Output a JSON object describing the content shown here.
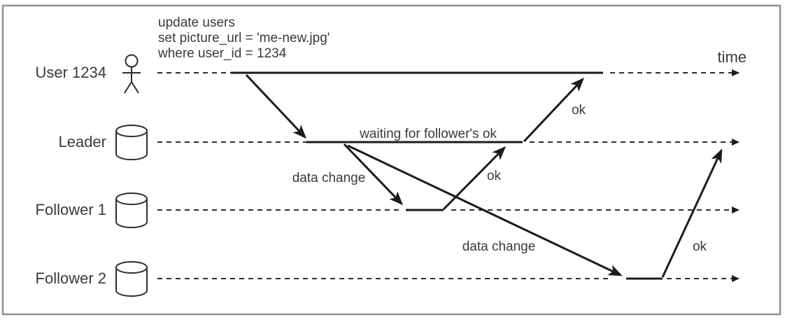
{
  "query": {
    "lines": [
      "update users",
      "set picture_url = 'me-new.jpg'",
      "where user_id = 1234"
    ]
  },
  "time_label": "time",
  "actors": [
    {
      "label": "User 1234",
      "icon": "person-icon"
    },
    {
      "label": "Leader",
      "icon": "database-icon"
    },
    {
      "label": "Follower 1",
      "icon": "database-icon"
    },
    {
      "label": "Follower 2",
      "icon": "database-icon"
    }
  ],
  "annotations": {
    "waiting_note": "waiting for follower's ok"
  },
  "messages": [
    {
      "from": "User 1234",
      "to": "Leader",
      "label": ""
    },
    {
      "from": "Leader",
      "to": "Follower 1",
      "label": "data change"
    },
    {
      "from": "Follower 1",
      "to": "Leader",
      "label": "ok"
    },
    {
      "from": "Leader",
      "to": "User 1234",
      "label": "ok"
    },
    {
      "from": "Leader",
      "to": "Follower 2",
      "label": "data change"
    },
    {
      "from": "Follower 2",
      "to": "Leader",
      "label": "ok"
    }
  ],
  "colors": {
    "line": "#1c1c1c",
    "text": "#3a3a3a",
    "border": "#8f8f8f",
    "background": "#ffffff"
  }
}
